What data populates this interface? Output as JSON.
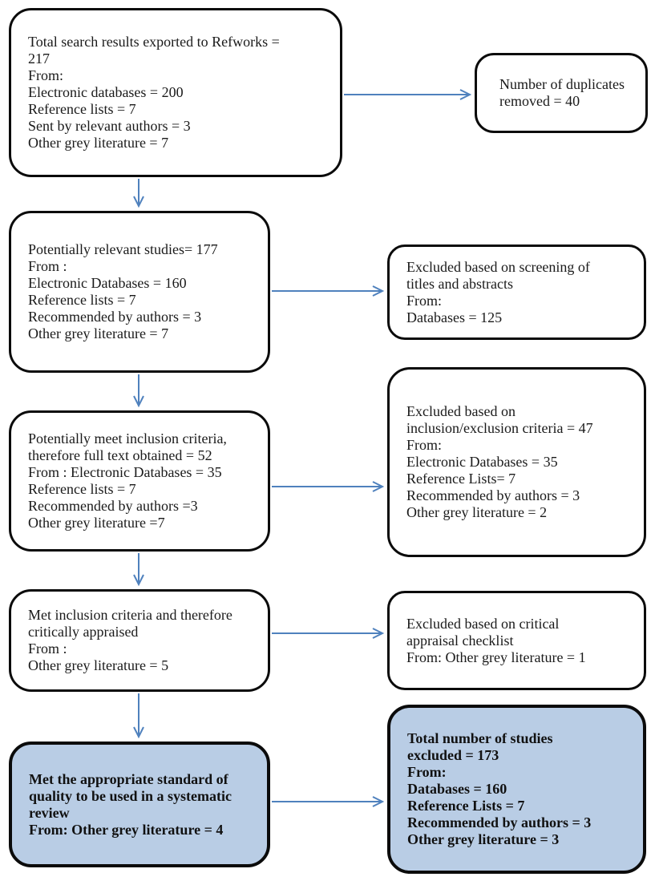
{
  "colors": {
    "arrow_blue": "#4f81bd",
    "box_border": "#0b0b0b",
    "highlight_fill": "#b9cde5",
    "plain_fill": "#ffffff"
  },
  "boxes": {
    "total_search_results": {
      "text": "Total search results exported to Refworks =\n217\nFrom:\nElectronic databases = 200\nReference lists = 7\nSent by relevant authors = 3\nOther grey literature = 7",
      "highlighted": false
    },
    "duplicates_removed": {
      "text": "Number of duplicates\nremoved = 40",
      "highlighted": false
    },
    "potentially_relevant": {
      "text": "Potentially relevant studies= 177\nFrom :\nElectronic Databases = 160\nReference lists = 7\nRecommended by authors = 3\nOther grey literature = 7",
      "highlighted": false
    },
    "excluded_screening": {
      "text": "Excluded based on screening of\ntitles and abstracts\nFrom:\nDatabases = 125",
      "highlighted": false
    },
    "full_text_obtained": {
      "text": "Potentially meet inclusion criteria,\ntherefore full text obtained = 52\nFrom : Electronic Databases = 35\nReference lists = 7\nRecommended by authors =3\nOther grey literature =7",
      "highlighted": false
    },
    "excluded_criteria": {
      "text": "Excluded based on\ninclusion/exclusion criteria = 47\nFrom:\nElectronic Databases = 35\nReference Lists= 7\nRecommended by authors = 3\nOther grey literature = 2",
      "highlighted": false
    },
    "critically_appraised": {
      "text": "Met inclusion criteria and therefore\ncritically appraised\nFrom :\nOther grey literature = 5",
      "highlighted": false
    },
    "excluded_appraisal": {
      "text": "Excluded based on critical\nappraisal checklist\nFrom: Other grey literature = 1",
      "highlighted": false
    },
    "met_quality_standard": {
      "text": "Met the appropriate standard of\nquality to be used in a systematic\nreview\nFrom: Other grey literature = 4",
      "highlighted": true
    },
    "total_excluded": {
      "text": "Total number of studies\nexcluded = 173\nFrom:\nDatabases = 160\nReference Lists = 7\nRecommended by authors = 3\nOther grey literature = 3",
      "highlighted": true
    }
  }
}
